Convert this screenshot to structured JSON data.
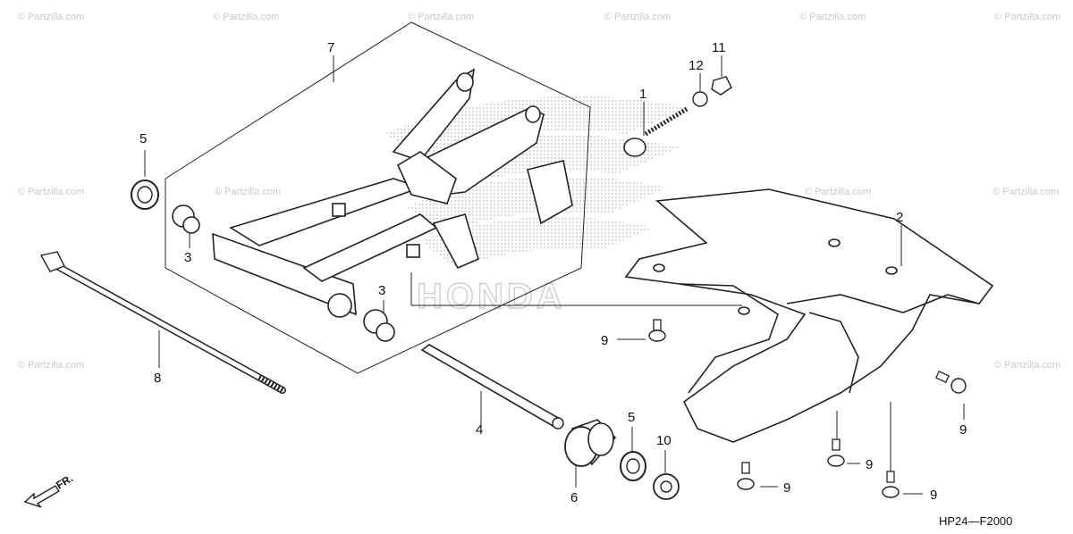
{
  "watermark": "© Partzilla.com",
  "brand_mark": "HONDA",
  "diagram_code": "HP24—F2000",
  "direction_label": "FR.",
  "callouts": [
    "1",
    "2",
    "3",
    "3",
    "4",
    "5",
    "5",
    "6",
    "7",
    "8",
    "9",
    "9",
    "9",
    "9",
    "9",
    "10",
    "11",
    "12"
  ],
  "colors": {
    "line": "#222222",
    "dots": "#9a9a9a",
    "watermark": "#c9c9c9"
  }
}
